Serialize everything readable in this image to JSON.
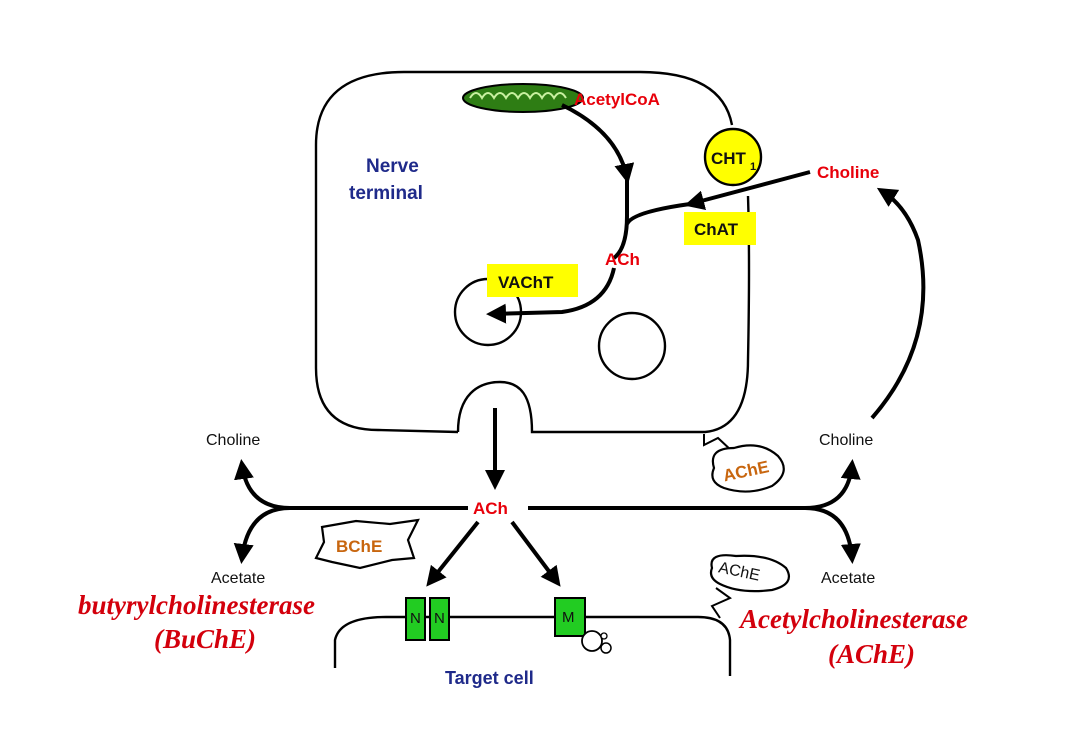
{
  "labels": {
    "nerve_terminal_line1": "Nerve",
    "nerve_terminal_line2": "terminal",
    "acetylcoa": "AcetylCoA",
    "cht1_main": "CHT",
    "cht1_sub": "1",
    "choline_top": "Choline",
    "chat": "ChAT",
    "ach_inside": "ACh",
    "vacht": "VAChT",
    "ach_cleft": "ACh",
    "choline_left": "Choline",
    "choline_right": "Choline",
    "acetate_left": "Acetate",
    "acetate_right": "Acetate",
    "ache_upper": "AChE",
    "ache_lower": "AChE",
    "bche": "BChE",
    "receptor_n1": "N",
    "receptor_n2": "N",
    "receptor_m": "M",
    "target_cell": "Target cell",
    "butyryl_name": "butyrylcholinesterase",
    "butyryl_abbr": "(BuChE)",
    "acetyl_name": "Acetylcholinesterase",
    "acetyl_abbr": "(AChE)"
  },
  "colors": {
    "red_text": "#e8000a",
    "blue_text": "#1f2a8a",
    "enzyme_text": "#c8660f",
    "transporter_fill": "#ffff00",
    "receptor_fill": "#22cc22",
    "mitochondrion_fill": "#2e7d14",
    "serif_red": "#d3000c"
  }
}
